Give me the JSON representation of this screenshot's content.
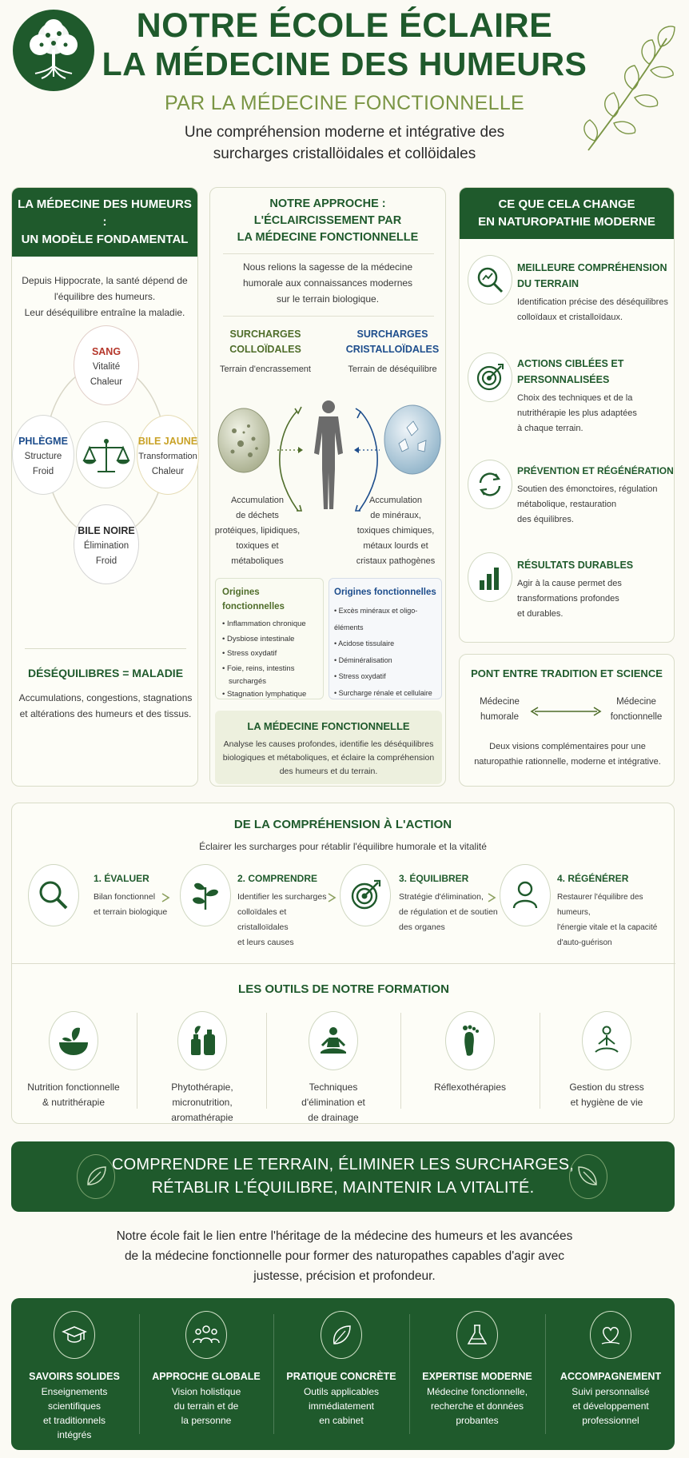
{
  "header": {
    "title_line1": "NOTRE ÉCOLE ÉCLAIRE",
    "title_line2": "LA MÉDECINE DES HUMEURS",
    "subtitle": "PAR LA MÉDECINE FONCTIONNELLE",
    "tagline_line1": "Une compréhension moderne et intégrative des",
    "tagline_line2": "surcharges cristallöidales et collöidales"
  },
  "left_panel": {
    "header_line1": "LA MÉDECINE DES HUMEURS :",
    "header_line2": "UN MODÈLE FONDAMENTAL",
    "intro_line1": "Depuis Hippocrate, la santé dépend de",
    "intro_line2": "l'équilibre des humeurs.",
    "intro_line3": "Leur déséquilibre entraîne la maladie.",
    "humors": {
      "sang": {
        "name": "SANG",
        "line1": "Vitalité",
        "line2": "Chaleur"
      },
      "phlegme": {
        "name": "PHLÈGME",
        "line1": "Structure",
        "line2": "Froid"
      },
      "bile_jaune": {
        "name": "BILE JAUNE",
        "line1": "Transformation",
        "line2": "Chaleur"
      },
      "bile_noire": {
        "name": "BILE NOIRE",
        "line1": "Élimination",
        "line2": "Froid"
      }
    },
    "desequilibres_title": "DÉSÉQUILIBRES = MALADIE",
    "desequilibres_line1": "Accumulations, congestions, stagnations",
    "desequilibres_line2": "et altérations des humeurs et des tissus."
  },
  "middle_panel": {
    "header_line1": "NOTRE APPROCHE :",
    "header_line2": "L'ÉCLAIRCISSEMENT PAR",
    "header_line3": "LA MÉDECINE FONCTIONNELLE",
    "intro_line1": "Nous relions la sagesse de la médecine",
    "intro_line2": "humorale aux connaissances modernes",
    "intro_line3": "sur le terrain biologique.",
    "colloidal": {
      "title_line1": "SURCHARGES",
      "title_line2": "COLLOÏDALES",
      "sub": "Terrain d'encrassement",
      "desc": [
        "Accumulation",
        "de déchets",
        "protéiques, lipidiques,",
        "toxiques et",
        "métaboliques"
      ]
    },
    "crystal": {
      "title_line1": "SURCHARGES",
      "title_line2": "CRISTALLOÏDALES",
      "sub": "Terrain de déséquilibre",
      "desc": [
        "Accumulation",
        "de minéraux,",
        "toxiques chimiques,",
        "métaux lourds et",
        "cristaux pathogènes"
      ]
    },
    "origins_left": {
      "title": "Origines fonctionnelles",
      "items": [
        "Inflammation chronique",
        "Dysbiose intestinale",
        "Stress oxydatif",
        "Foie, reins, intestins",
        "surchargés",
        "Stagnation lymphatique"
      ]
    },
    "origins_right": {
      "title": "Origines fonctionnelles",
      "items": [
        "Excès minéraux et oligo-éléments",
        "Acidose tissulaire",
        "Déminéralisation",
        "Stress oxydatif",
        "Surcharge rénale et cellulaire"
      ]
    },
    "mf_title": "LA MÉDECINE FONCTIONNELLE",
    "mf_line1": "Analyse les causes profondes, identifie les déséquilibres",
    "mf_line2": "biologiques et métaboliques, et éclaire la compréhension",
    "mf_line3": "des humeurs et du terrain."
  },
  "right_panel": {
    "header_line1": "CE QUE CELA CHANGE",
    "header_line2": "EN NATUROPATHIE MODERNE",
    "items": [
      {
        "icon": "magnifier-chart-icon",
        "title1": "MEILLEURE COMPRÉHENSION",
        "title2": "DU TERRAIN",
        "d1": "Identification précise des déséquilibres",
        "d2": "colloïdaux et cristalloïdaux.",
        "d3": ""
      },
      {
        "icon": "target-icon",
        "title1": "ACTIONS CIBLÉES ET",
        "title2": "PERSONNALISÉES",
        "d1": "Choix des techniques et de la",
        "d2": "nutrithérapie les plus adaptées",
        "d3": "à chaque terrain."
      },
      {
        "icon": "cycle-icon",
        "title1": "PRÉVENTION ET RÉGÉNÉRATION",
        "title2": "",
        "d1": "Soutien des émonctoires, régulation",
        "d2": "métabolique, restauration",
        "d3": "des équilibres."
      },
      {
        "icon": "bar-chart-icon",
        "title1": "RÉSULTATS DURABLES",
        "title2": "",
        "d1": "Agir à la cause permet des",
        "d2": "transformations profondes",
        "d3": "et durables."
      }
    ],
    "bridge_title": "PONT ENTRE TRADITION ET SCIENCE",
    "bridge_left1": "Médecine",
    "bridge_left2": "humorale",
    "bridge_right1": "Médecine",
    "bridge_right2": "fonctionnelle",
    "bridge_line1": "Deux visions complémentaires pour une",
    "bridge_line2": "naturopathie rationnelle, moderne et intégrative."
  },
  "action": {
    "title": "DE LA COMPRÉHENSION À L'ACTION",
    "subtitle": "Éclairer les surcharges pour rétablir l'équilibre humorale et la vitalité",
    "steps": [
      {
        "icon": "magnifier-icon",
        "title": "1. ÉVALUER",
        "d1": "Bilan fonctionnel",
        "d2": "et terrain biologique",
        "d3": ""
      },
      {
        "icon": "plant-icon",
        "title": "2. COMPRENDRE",
        "d1": "Identifier les surcharges",
        "d2": "colloïdales et cristalloïdales",
        "d3": "et leurs causes"
      },
      {
        "icon": "target-icon",
        "title": "3. ÉQUILIBRER",
        "d1": "Stratégie d'élimination,",
        "d2": "de régulation et de soutien",
        "d3": "des organes"
      },
      {
        "icon": "person-icon",
        "title": "4. RÉGÉNÉRER",
        "d1": "Restaurer l'équilibre des humeurs,",
        "d2": "l'énergie vitale et la capacité",
        "d3": "d'auto-guérison"
      }
    ]
  },
  "tools": {
    "title": "LES OUTILS DE NOTRE FORMATION",
    "items": [
      {
        "icon": "bowl-leaf-icon",
        "l1": "Nutrition fonctionnelle",
        "l2": "& nutrithérapie",
        "l3": ""
      },
      {
        "icon": "bottles-icon",
        "l1": "Phytothérapie,",
        "l2": "micronutrition,",
        "l3": "aromathérapie"
      },
      {
        "icon": "meditation-icon",
        "l1": "Techniques",
        "l2": "d'élimination et",
        "l3": "de drainage"
      },
      {
        "icon": "foot-icon",
        "l1": "Réflexothérapies",
        "l2": "",
        "l3": ""
      },
      {
        "icon": "yoga-icon",
        "l1": "Gestion du stress",
        "l2": "et hygiène de vie",
        "l3": ""
      }
    ]
  },
  "banner": {
    "line1": "COMPRENDRE LE TERRAIN, ÉLIMINER LES SURCHARGES,",
    "line2": "RÉTABLIR L'ÉQUILIBRE, MAINTENIR LA VITALITÉ."
  },
  "statement": {
    "line1": "Notre école fait le lien entre l'héritage de la médecine des humeurs et les avancées",
    "line2": "de la médecine fonctionnelle pour former des naturopathes capables d'agir avec",
    "line3": "justesse, précision et profondeur."
  },
  "footer": {
    "items": [
      {
        "icon": "graduation-cap-icon",
        "title": "SAVOIRS SOLIDES",
        "l1": "Enseignements",
        "l2": "scientifiques",
        "l3": "et traditionnels",
        "l4": "intégrés"
      },
      {
        "icon": "people-icon",
        "title": "APPROCHE GLOBALE",
        "l1": "Vision holistique",
        "l2": "du terrain et de",
        "l3": "la personne",
        "l4": ""
      },
      {
        "icon": "leaf-icon",
        "title": "PRATIQUE CONCRÈTE",
        "l1": "Outils applicables",
        "l2": "immédiatement",
        "l3": "en cabinet",
        "l4": ""
      },
      {
        "icon": "flask-icon",
        "title": "EXPERTISE MODERNE",
        "l1": "Médecine fonctionnelle,",
        "l2": "recherche et données",
        "l3": "probantes",
        "l4": ""
      },
      {
        "icon": "heart-hand-icon",
        "title": "ACCOMPAGNEMENT",
        "l1": "Suivi personnalisé",
        "l2": "et développement",
        "l3": "professionnel",
        "l4": ""
      }
    ]
  },
  "colors": {
    "primary": "#1f5a2c",
    "accent_gold": "#c9a227",
    "accent_red": "#b5372b",
    "accent_blue": "#1d4d8c"
  }
}
